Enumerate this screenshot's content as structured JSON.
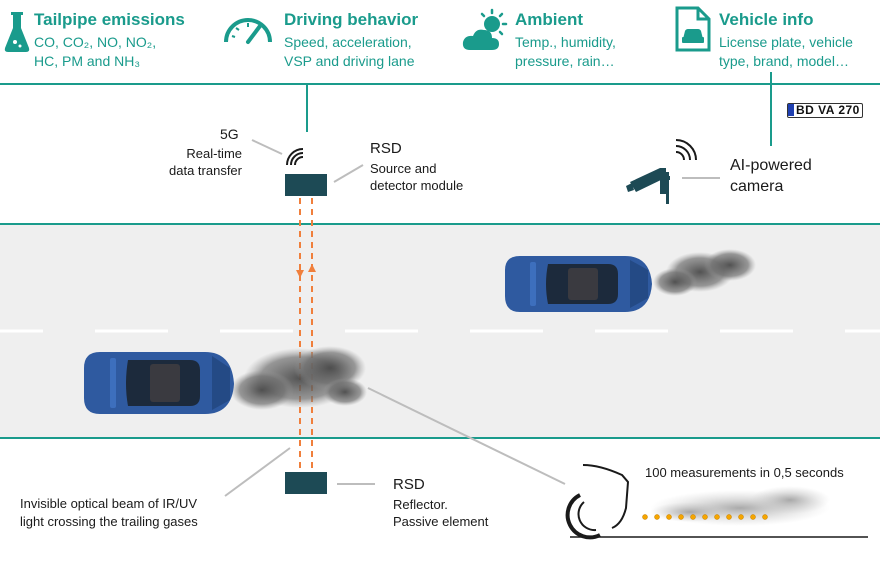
{
  "header": {
    "tailpipe": {
      "title": "Tailpipe emissions",
      "line1": "CO, CO₂, NO, NO₂,",
      "line2": "HC, PM and NH₃"
    },
    "driving": {
      "title": "Driving behavior",
      "line1": "Speed, acceleration,",
      "line2": "VSP and driving lane"
    },
    "ambient": {
      "title": "Ambient",
      "line1": "Temp., humidity,",
      "line2": "pressure, rain…"
    },
    "vehicle": {
      "title": "Vehicle info",
      "line1": "License plate, vehicle",
      "line2": "type, brand, model…"
    }
  },
  "license_plate": "BD VA 270",
  "labels": {
    "fiveg_title": "5G",
    "fiveg_line1": "Real-time",
    "fiveg_line2": "data transfer",
    "rsd_top_title": "RSD",
    "rsd_top_line1": "Source and",
    "rsd_top_line2": "detector module",
    "camera_line1": "AI-powered",
    "camera_line2": "camera",
    "beam_line1": "Invisible optical beam of IR/UV",
    "beam_line2": "light crossing the trailing gases",
    "rsd_bottom_title": "RSD",
    "rsd_bottom_line1": "Reflector.",
    "rsd_bottom_line2": "Passive element",
    "measurements": "100 measurements in 0,5 seconds"
  },
  "colors": {
    "teal": "#1a9b8c",
    "module": "#1d4a55",
    "beam": "#f07f3c",
    "car": "#2f5aa0",
    "road": "#efefef",
    "dots": "#f5a500"
  }
}
